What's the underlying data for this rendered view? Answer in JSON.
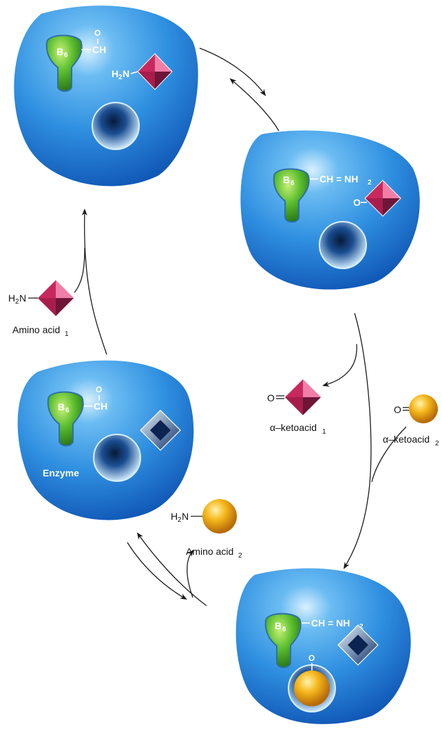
{
  "labels": {
    "b6": "B",
    "b6_sub": "6",
    "enzyme": "Enzyme",
    "aldehyde_o": "O",
    "aldehyde_ch": "CH",
    "imine": "CH = NH",
    "imine_sub": "2",
    "h2n": "H",
    "h2n_sub": "2",
    "h2n_n": "N",
    "oxo": "O",
    "amino_acid_1": "Amino acid",
    "amino_acid_1_sub": "1",
    "amino_acid_2": "Amino acid",
    "amino_acid_2_sub": "2",
    "ketoacid_1": "α–ketoacid",
    "ketoacid_1_sub": "1",
    "ketoacid_2": "α–ketoacid",
    "ketoacid_2_sub": "2"
  },
  "colors": {
    "enzyme_blue": "#2f8fe0",
    "enzyme_dark": "#0f55b4",
    "cofactor_green": "#4cae2b",
    "diamond_magenta": "#c8285e",
    "sphere_gold": "#f0b21a"
  }
}
